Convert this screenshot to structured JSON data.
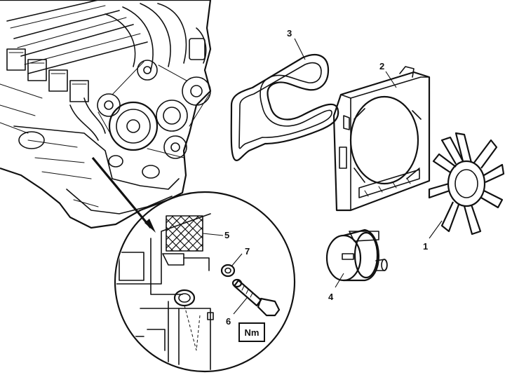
{
  "callouts": [
    {
      "id": "1",
      "label": "1"
    },
    {
      "id": "2",
      "label": "2"
    },
    {
      "id": "3",
      "label": "3"
    },
    {
      "id": "4",
      "label": "4"
    },
    {
      "id": "5",
      "label": "5"
    },
    {
      "id": "6",
      "label": "6"
    },
    {
      "id": "7",
      "label": "7"
    }
  ],
  "torque_badge": "Nm",
  "colors": {
    "ink": "#111111",
    "background": "#ffffff"
  }
}
